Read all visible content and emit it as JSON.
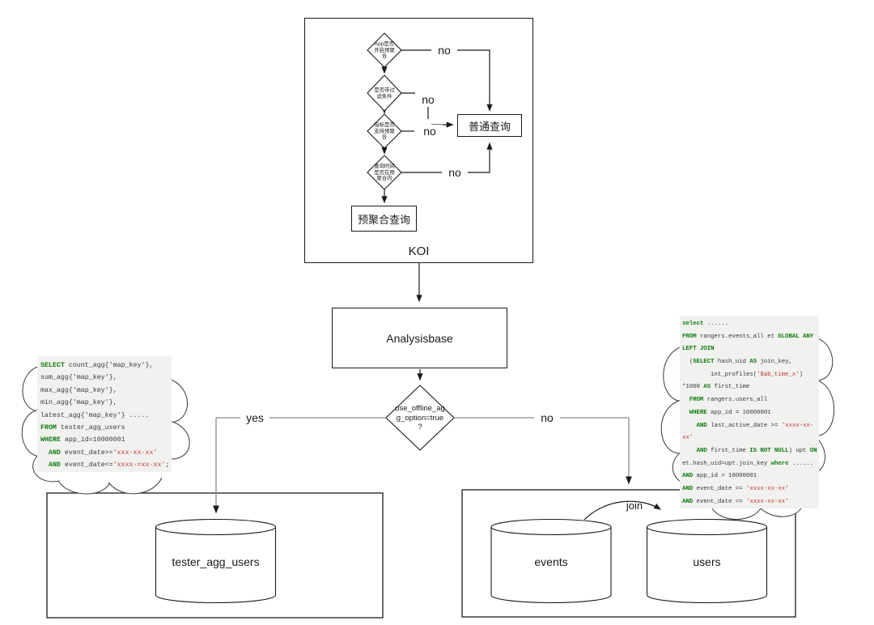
{
  "colors": {
    "keyword": "#0f7d0f",
    "string_literal": "#c23b33",
    "code_text": "#3a3a3a",
    "code_background": "#f1f1ef",
    "line": "#1a1a1a",
    "branch_line": "#8a8a8a"
  },
  "koi": {
    "label": "KOI",
    "diamonds": [
      {
        "label": "App是否\n开启预聚\n合"
      },
      {
        "label": "是否带过\n滤条件"
      },
      {
        "label": "指标是否\n支持预聚\n合"
      },
      {
        "label": "查询时间\n是否在预\n聚合内"
      }
    ],
    "no_labels": [
      "no",
      "no",
      "no",
      "no"
    ],
    "normal_query_label": "普通查询",
    "preagg_query_label": "预聚合查询"
  },
  "middle": {
    "analysisbase_label": "Analysisbase",
    "decision_label": "use_offline_ag\ng_option=true\n?",
    "yes_label": "yes",
    "no_label": "no"
  },
  "datastores": {
    "left_cylinder_label": "tester_agg_users",
    "events_cylinder_label": "events",
    "users_cylinder_label": "users",
    "join_label": "join"
  },
  "code_left": {
    "lines": [
      [
        [
          "k",
          "SELECT"
        ],
        [
          "p",
          " count_agg{'map_key'},"
        ]
      ],
      [
        [
          "p",
          "sum_agg{'map_key'},"
        ]
      ],
      [
        [
          "p",
          "max_agg{'map_key'},"
        ]
      ],
      [
        [
          "p",
          "min_agg{'map_key'},"
        ]
      ],
      [
        [
          "p",
          "latest_agg{'map_key'} ....."
        ]
      ],
      [
        [
          "k",
          "FROM"
        ],
        [
          "p",
          " tester_agg_users"
        ]
      ],
      [
        [
          "k",
          "WHERE"
        ],
        [
          "p",
          " app_id=10000001"
        ]
      ],
      [
        [
          "p",
          "  "
        ],
        [
          "k",
          "AND"
        ],
        [
          "p",
          " event_date>="
        ],
        [
          "s",
          "'xxx-xx-xx'"
        ]
      ],
      [
        [
          "p",
          "  "
        ],
        [
          "k",
          "AND"
        ],
        [
          "p",
          " event_date<="
        ],
        [
          "s",
          "'xxxx-=xx-xx'"
        ],
        [
          "p",
          ";"
        ]
      ]
    ]
  },
  "code_right": {
    "lines": [
      [
        [
          "k",
          "select"
        ],
        [
          "p",
          " ......"
        ]
      ],
      [
        [
          "k",
          "FROM"
        ],
        [
          "p",
          " rangers.events_all et "
        ],
        [
          "k",
          "GLOBAL ANY"
        ]
      ],
      [
        [
          "k",
          "LEFT JOIN"
        ]
      ],
      [
        [
          "p",
          "  ("
        ],
        [
          "k",
          "SELECT"
        ],
        [
          "p",
          " hash_uid "
        ],
        [
          "k",
          "AS"
        ],
        [
          "p",
          " join_key,"
        ]
      ],
      [
        [
          "p",
          "        int_profiles("
        ],
        [
          "s",
          "'$ab_time_x'"
        ],
        [
          "p",
          ")"
        ]
      ],
      [
        [
          "p",
          "*1000 "
        ],
        [
          "k",
          "AS"
        ],
        [
          "p",
          " first_time"
        ]
      ],
      [
        [
          "p",
          "  "
        ],
        [
          "k",
          "FROM"
        ],
        [
          "p",
          " rangers.users_all"
        ]
      ],
      [
        [
          "p",
          "  "
        ],
        [
          "k",
          "WHERE"
        ],
        [
          "p",
          " app_id = 10000001"
        ]
      ],
      [
        [
          "p",
          "    "
        ],
        [
          "k",
          "AND"
        ],
        [
          "p",
          " last_active_date >= "
        ],
        [
          "s",
          "'xxxx-xx-"
        ]
      ],
      [
        [
          "s",
          "xx'"
        ]
      ],
      [
        [
          "p",
          "    "
        ],
        [
          "k",
          "AND"
        ],
        [
          "p",
          " first_time "
        ],
        [
          "k",
          "IS NOT NULL"
        ],
        [
          "p",
          ") upt "
        ],
        [
          "k",
          "ON"
        ]
      ],
      [
        [
          "p",
          "et.hash_uid=upt.join_key "
        ],
        [
          "k",
          "where"
        ],
        [
          "p",
          " ......"
        ]
      ],
      [
        [
          "k",
          "AND"
        ],
        [
          "p",
          " app_id = 10000001"
        ]
      ],
      [
        [
          "k",
          "AND"
        ],
        [
          "p",
          " event_date >= "
        ],
        [
          "s",
          "'xxxx-xx-xx'"
        ]
      ],
      [
        [
          "k",
          "AND"
        ],
        [
          "p",
          " event_date <= "
        ],
        [
          "s",
          "'xxxx-xx-xx'"
        ]
      ]
    ]
  }
}
